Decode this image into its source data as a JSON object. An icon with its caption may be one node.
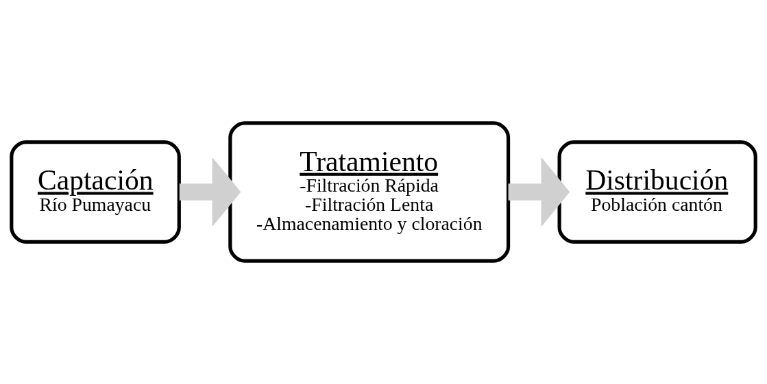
{
  "diagram": {
    "nodes": [
      {
        "text": [
          "Captación",
          "Río Pumayacu"
        ]
      },
      {
        "text": [
          "Tratamiento",
          "-Filtración Rápida",
          "-Filtración Lenta",
          "-Almacenamiento y cloración"
        ]
      },
      {
        "text": [
          "Distribución",
          "Población cantón"
        ]
      }
    ],
    "edges": [
      {
        "from": 0,
        "to": 1,
        "arrow": "to"
      },
      {
        "from": 1,
        "to": 2,
        "arrow": "to"
      }
    ]
  }
}
